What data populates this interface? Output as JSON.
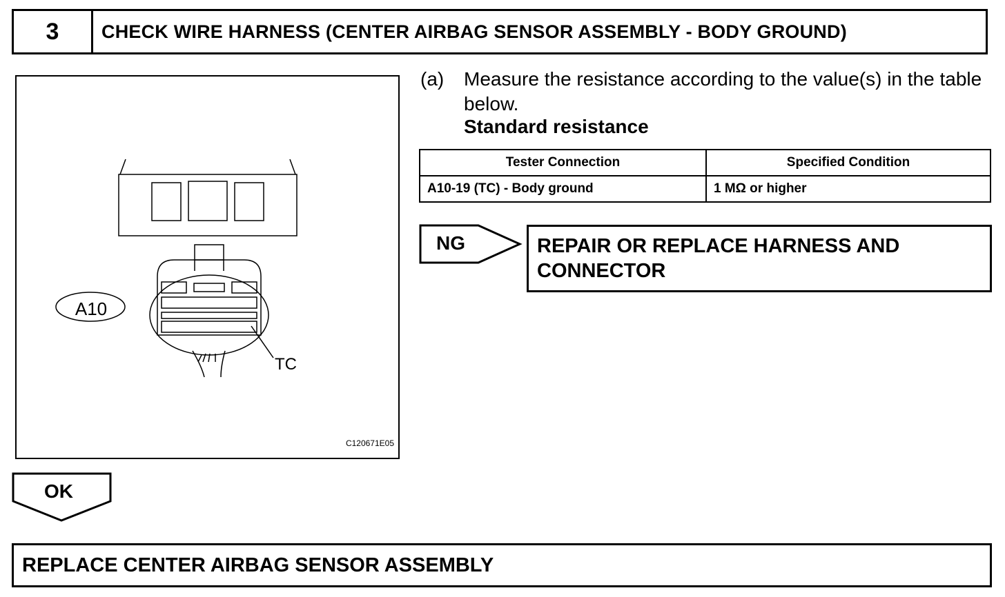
{
  "step": {
    "number": "3",
    "title": "CHECK WIRE HARNESS (CENTER AIRBAG SENSOR ASSEMBLY - BODY GROUND)"
  },
  "figure": {
    "connector_label": "A10",
    "terminal_label": "TC",
    "code": "C120671E05"
  },
  "instruction": {
    "marker": "(a)",
    "text": "Measure the resistance according to the value(s) in the table below.",
    "subheading": "Standard resistance"
  },
  "table": {
    "headers": [
      "Tester Connection",
      "Specified Condition"
    ],
    "rows": [
      [
        "A10-19 (TC) - Body ground",
        "1 MΩ or higher"
      ]
    ]
  },
  "ng": {
    "label": "NG",
    "action": "REPAIR OR REPLACE HARNESS AND CONNECTOR"
  },
  "ok": {
    "label": "OK"
  },
  "final_action": "REPLACE CENTER AIRBAG SENSOR ASSEMBLY"
}
